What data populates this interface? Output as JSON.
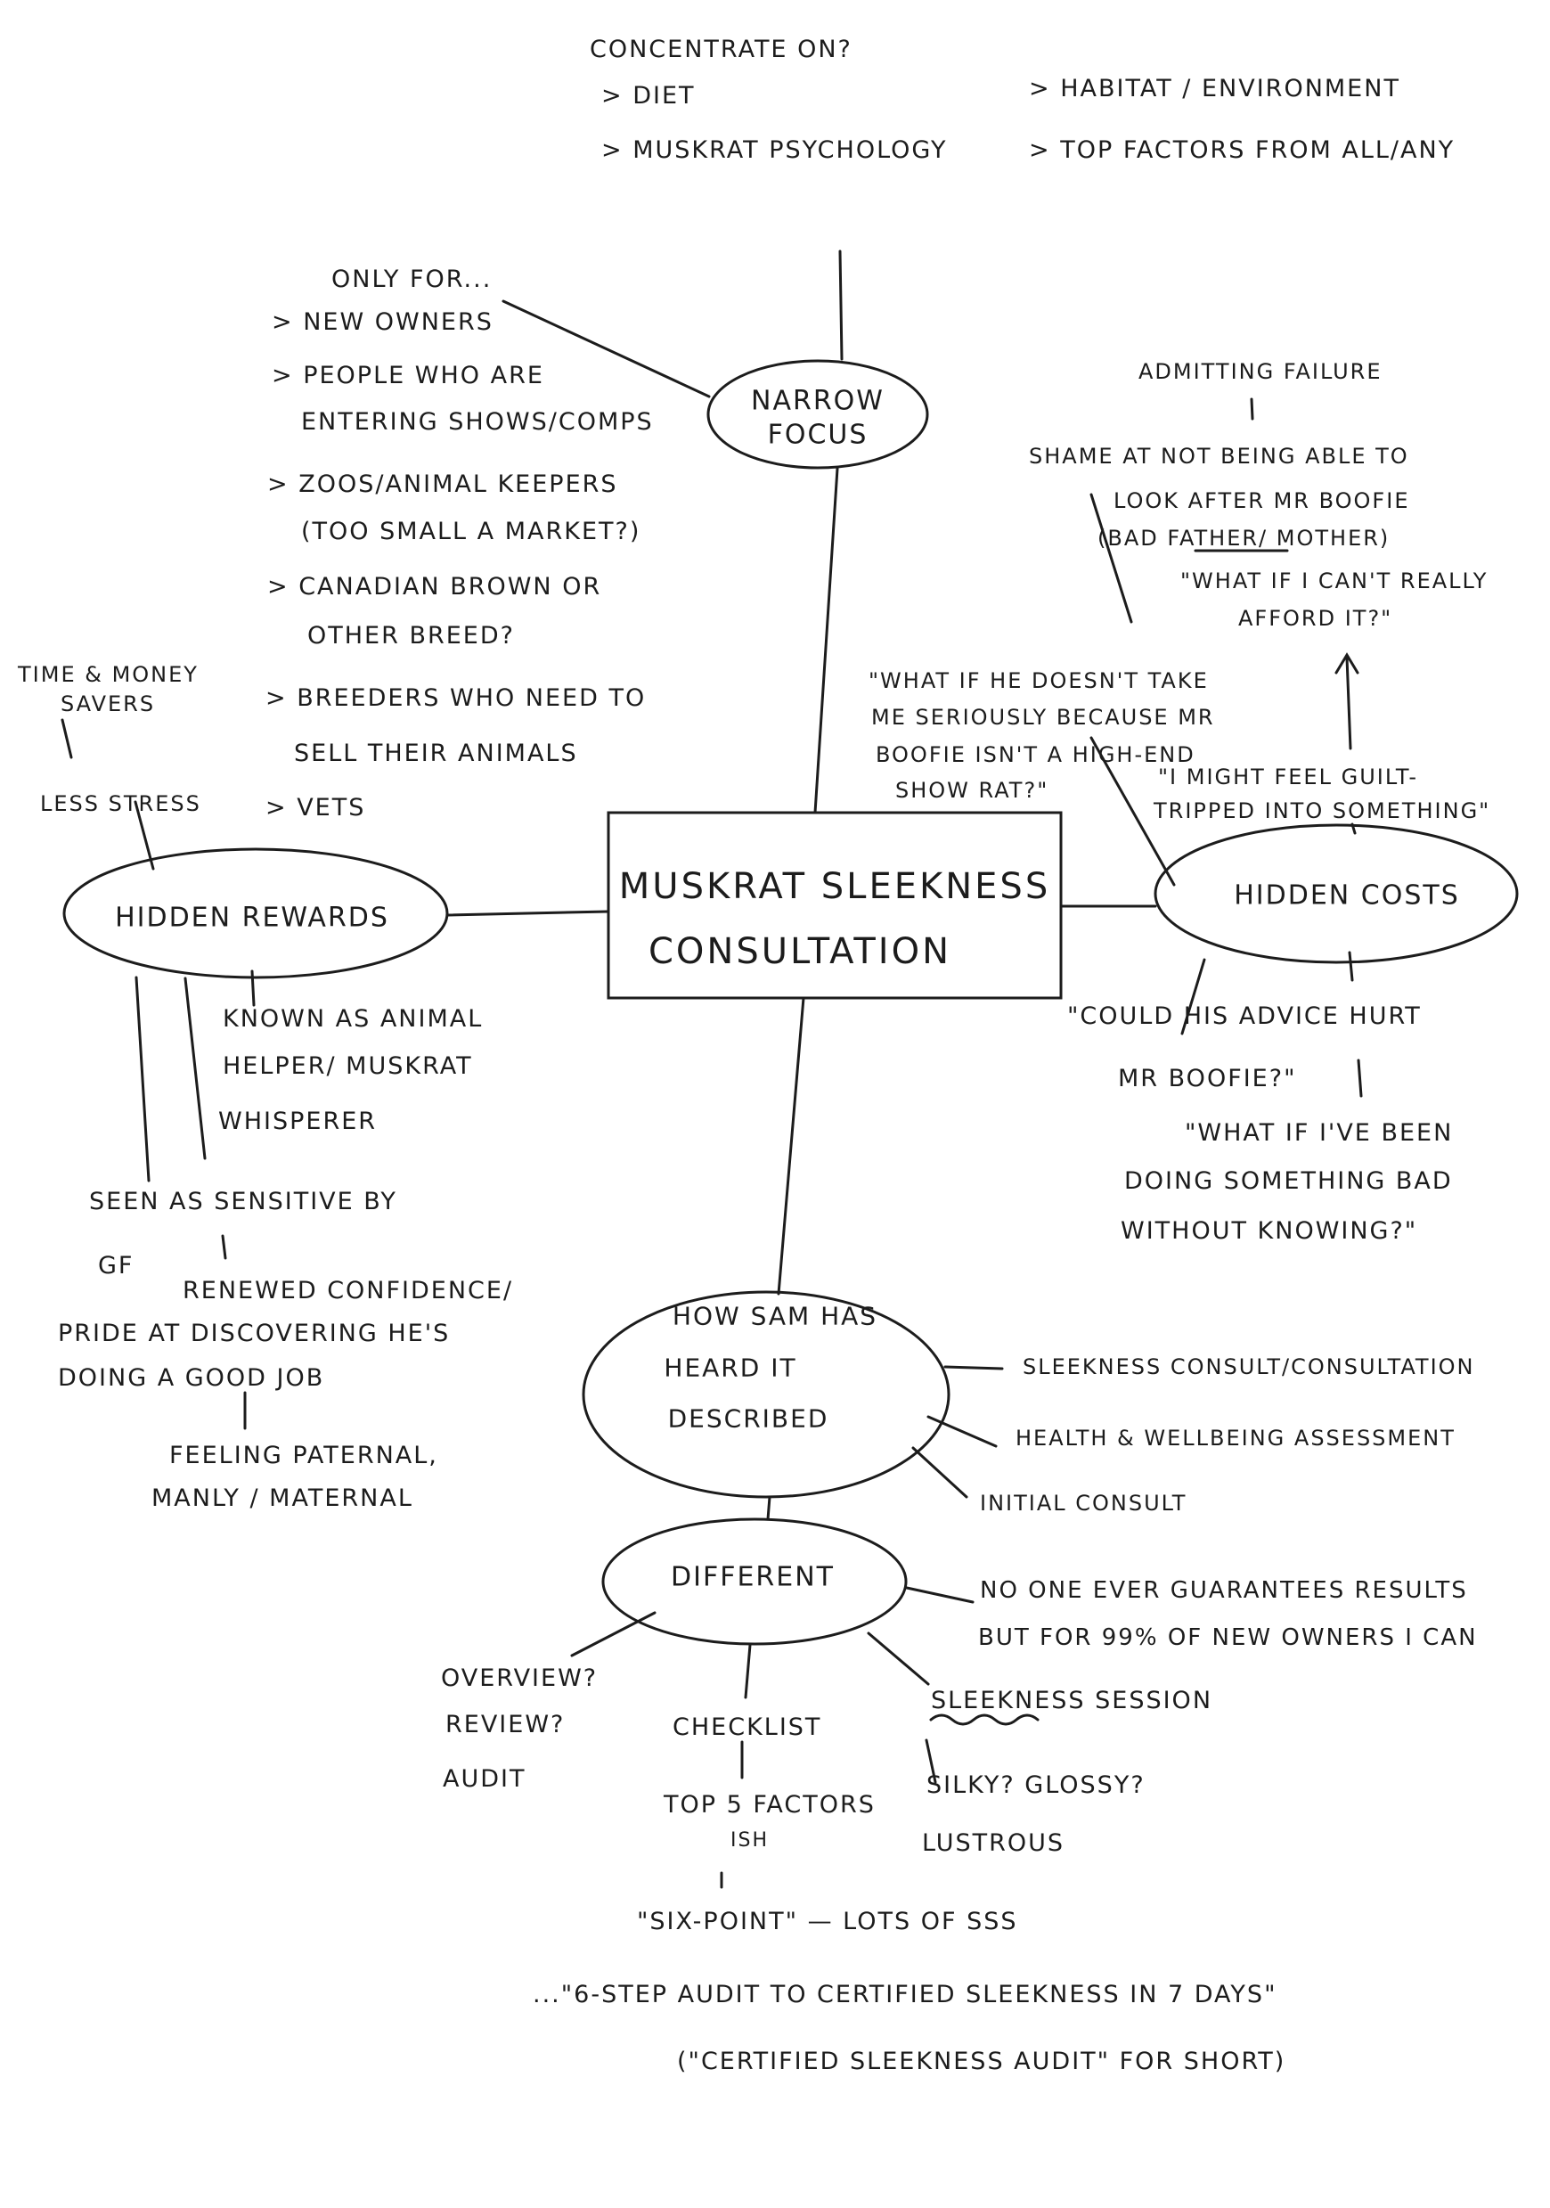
{
  "center": {
    "line1": "Muskrat Sleekness",
    "line2": "Consultation"
  },
  "top_note": {
    "title": "Concentrate on?",
    "items": [
      "> Diet",
      "> Muskrat psychology",
      "> Habitat / environment",
      "> Top factors from all/any"
    ]
  },
  "narrow_focus": {
    "label_1": "Narrow",
    "label_2": "focus",
    "intro": "Only for...",
    "items": [
      "> New owners",
      "> People who are",
      "entering shows/comps",
      "> Zoos/animal keepers",
      "(too small a market?)",
      "> Canadian brown or",
      "other breed?",
      "> Breeders who need to",
      "sell their animals",
      "> Vets"
    ]
  },
  "hidden_rewards": {
    "label": "Hidden rewards",
    "time_money_1": "Time & money",
    "time_money_2": "savers",
    "less_stress": "Less stress",
    "known_1": "Known as animal",
    "known_2": "helper/ muskrat",
    "known_3": "whisperer",
    "seen_1": "Seen as sensitive by",
    "seen_2": "GF",
    "renewed_1": "Renewed confidence/",
    "renewed_2": "pride at discovering he's",
    "renewed_3": "doing a good job",
    "feeling_1": "Feeling paternal,",
    "feeling_2": "manly / maternal"
  },
  "hidden_costs": {
    "label": "Hidden costs",
    "admitting": "Admitting failure",
    "shame_1": "Shame at not being able to",
    "shame_2": "look after Mr Boofie",
    "shame_3": "(bad father/ mother)",
    "afford_1": "\"What if I can't really",
    "afford_2": "afford it?\"",
    "serious_1": "\"What if he doesn't take",
    "serious_2": "me seriously because Mr",
    "serious_3": "Boofie isn't a high-end",
    "serious_4": "show rat?\"",
    "guilt_1": "\"I might feel guilt-",
    "guilt_2": "tripped into something\"",
    "advice_1": "\"Could his advice hurt",
    "advice_2": "Mr Boofie?\"",
    "bad_1": "\"What if I've been",
    "bad_2": "doing something bad",
    "bad_3": "without knowing?\""
  },
  "how_sam": {
    "label_1": "How Sam has",
    "label_2": "heard it",
    "label_3": "described",
    "items": [
      "Sleekness consult/consultation",
      "Health & wellbeing assessment",
      "Initial consult"
    ]
  },
  "different": {
    "label": "Different",
    "guarantee_1": "No one ever guarantees results",
    "guarantee_2": "but for 99% of new owners I can",
    "overview": "Overview?",
    "review": "Review?",
    "audit": "Audit",
    "checklist": "Checklist",
    "top5": "Top 5 factors",
    "ish": "ish",
    "sixpoint": "\"Six-point\" — lots of SSS",
    "session": "Sleekness session",
    "silky": "Silky? Glossy?",
    "lustrous": "Lustrous"
  },
  "footer": {
    "line1": "...\"6-step audit to certified sleekness in 7 days\"",
    "line2": "(\"Certified sleekness audit\" for short)"
  }
}
